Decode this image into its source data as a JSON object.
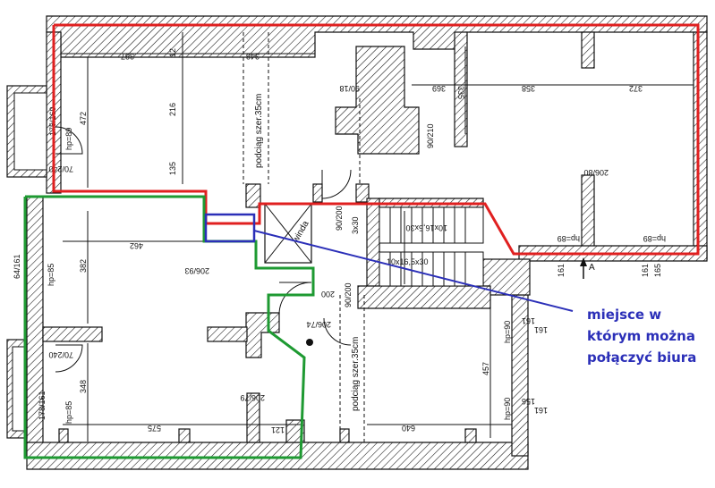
{
  "colors": {
    "red_outline": "#e02020",
    "green_outline": "#1e9a32",
    "blue_outline": "#2b2fb8",
    "wall": "#111111"
  },
  "annotation": {
    "lines": [
      "miejsce w",
      "którym można",
      "połączyć biura"
    ]
  },
  "labels": {
    "beam_left": "podciąg szer.35cm",
    "beam_right": "podciąg szer.35cm",
    "winda": "winda",
    "stairs_top": "10x16,5x30",
    "stairs_bottom": "10x16,5x30",
    "section_a": "A",
    "hp_89_left": "hp=89",
    "hp_85_a": "hp=85",
    "hp_85_b": "hp=85",
    "hp_89_r1": "hp=89",
    "hp_89_r2": "hp=89",
    "hp_90_a": "hp=90",
    "hp_90_b": "hp=90"
  },
  "dimensions": {
    "d387": "387",
    "d472": "472",
    "d216": "216",
    "d135": "135",
    "d12a": "12",
    "d12b": "12",
    "d348a": "348",
    "d90_18": "90/18",
    "d335": "335",
    "d369": "369",
    "d358": "358",
    "d372": "372",
    "d90_210": "90/210",
    "d206_80": "206/80",
    "d175_160": "175/160",
    "d70_240a": "70/240",
    "d90_200a": "90/200",
    "d90_200b": "90/200",
    "d3x30": "3x30",
    "d161a": "161",
    "d161b": "161",
    "d165": "165",
    "d164_64": "64/161",
    "d462": "462",
    "d382": "382",
    "d206_93": "206/93",
    "d200": "200",
    "d206_74": "206/74",
    "d70_240b": "70/240",
    "d178_161": "178/161",
    "d348b": "348",
    "d575": "575",
    "d206_79": "206/79",
    "d121": "121",
    "d161_hp": "161",
    "d161_hp2": "161",
    "d457": "457",
    "d156": "156",
    "d161_c": "161",
    "d640": "640"
  }
}
